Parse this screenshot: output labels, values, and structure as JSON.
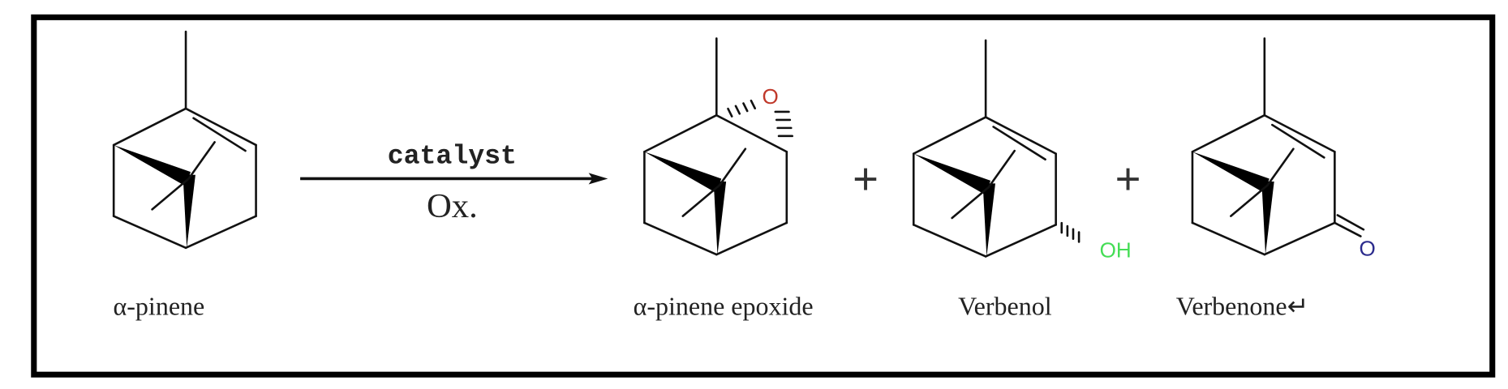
{
  "reaction": {
    "reactant": {
      "label": "α-pinene"
    },
    "arrow": {
      "above": "catalyst",
      "below": "Ox."
    },
    "plus_signs": [
      "+",
      "+"
    ],
    "products": [
      {
        "label": "α-pinene epoxide",
        "atom": "O",
        "atom_color": "#c0392b",
        "group": "epoxide"
      },
      {
        "label": "Verbenol",
        "atom": "OH",
        "atom_color": "#44dd55",
        "group": "hydroxyl"
      },
      {
        "label": "Verbenone↵",
        "atom": "O",
        "atom_color": "#2a2a8c",
        "group": "ketone"
      }
    ]
  }
}
